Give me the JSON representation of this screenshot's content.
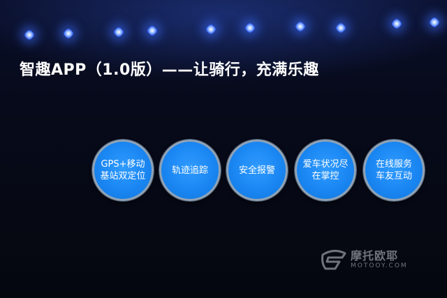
{
  "slide": {
    "title": "智趣APP（1.0版）——让骑行，充满乐趣",
    "features": [
      {
        "line1": "GPS+移动",
        "line2": "基站双定位"
      },
      {
        "line1": "轨迹追踪",
        "line2": ""
      },
      {
        "line1": "安全报警",
        "line2": ""
      },
      {
        "line1": "爱车状况尽",
        "line2": "在掌控"
      },
      {
        "line1": "在线服务",
        "line2": "车友互动"
      }
    ],
    "watermark": {
      "cn": "摩托欧耶",
      "en": "MOTOOY.COM",
      "icon": "helmet-logo-icon"
    },
    "colors": {
      "bubble": "#1a86f2",
      "bubble_border": "#8fa3b8",
      "background": "#05070f",
      "stage_light": "#3d6dff"
    }
  }
}
